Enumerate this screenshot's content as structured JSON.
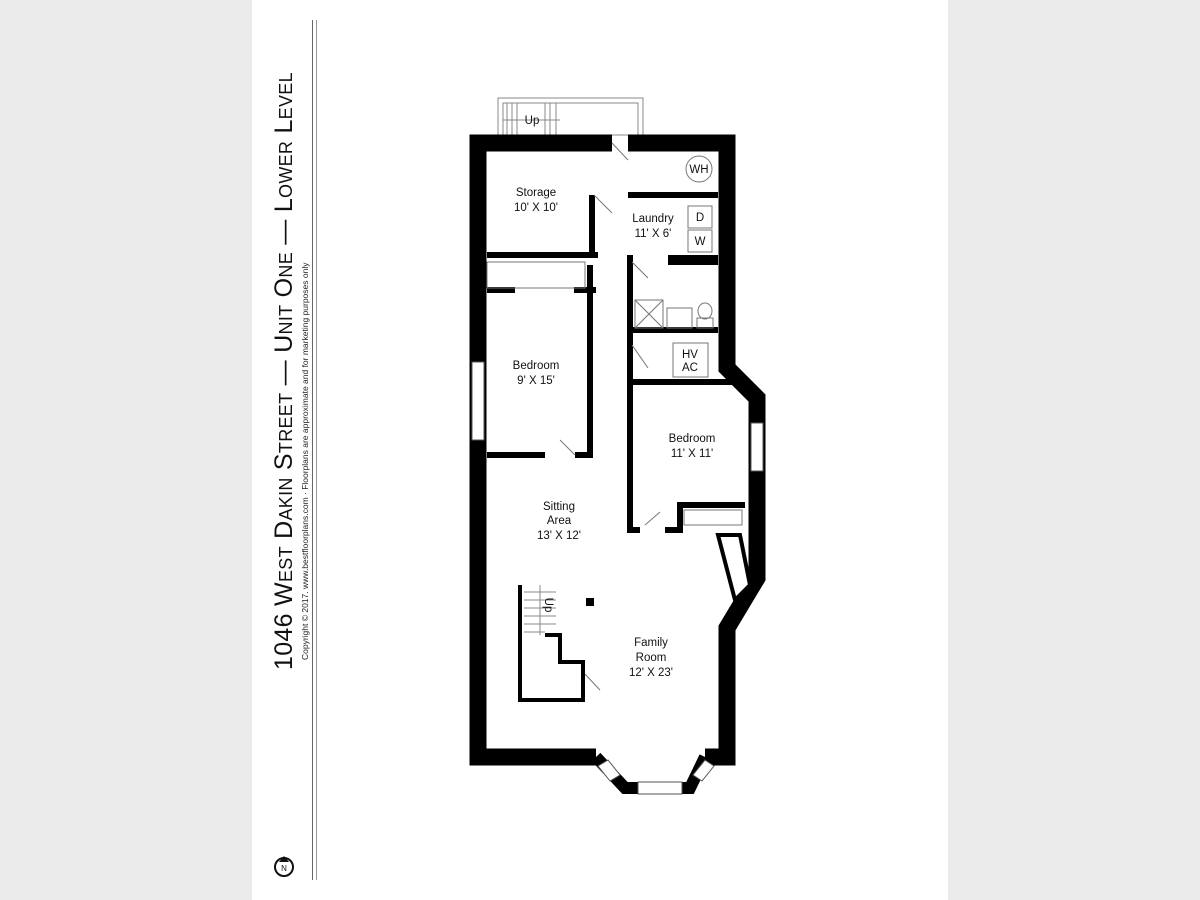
{
  "title": "1046 West Dakin Street — Unit One — Lower Level",
  "copyright": "Copyright © 2017. www.bestfloorplans.com · Floorplans are approximate and for marketing purposes only",
  "north_label": "N",
  "rooms": {
    "storage": {
      "name": "Storage",
      "size": "10' X 10'"
    },
    "laundry": {
      "name": "Laundry",
      "size": "11' X 6'"
    },
    "bedroom1": {
      "name": "Bedroom",
      "size": "9' X 15'"
    },
    "bedroom2": {
      "name": "Bedroom",
      "size": "11' X 11'"
    },
    "sitting": {
      "name": "Sitting",
      "name2": "Area",
      "size": "13' X 12'"
    },
    "family": {
      "name": "Family",
      "name2": "Room",
      "size": "12' X 23'"
    }
  },
  "fixtures": {
    "water_heater": "WH",
    "dryer": "D",
    "washer": "W",
    "hvac1": "HV",
    "hvac2": "AC",
    "stairs_up_exterior": "Up",
    "stairs_up_interior": "Up"
  }
}
